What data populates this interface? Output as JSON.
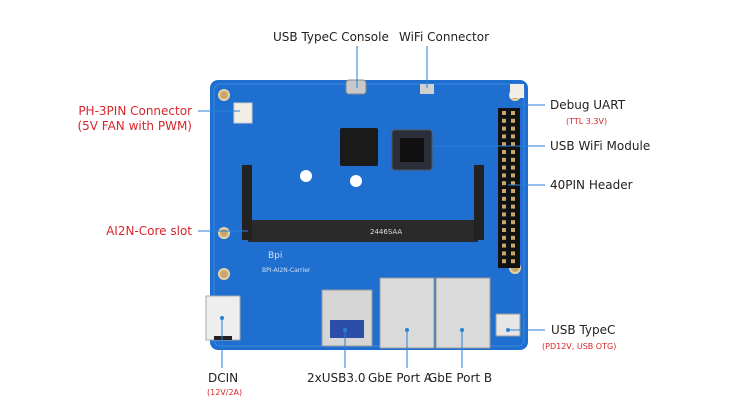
{
  "labels": {
    "usb_typec_console": "USB TypeC Console",
    "wifi_connector": "WiFi Connector",
    "ph3pin_connector": "PH-3PIN Connector",
    "ph3pin_sub": "(5V FAN with PWM)",
    "ai2n_core_slot": "AI2N-Core slot",
    "debug_uart": "Debug UART",
    "debug_uart_sub": "(TTL 3.3V)",
    "usb_wifi_module": "USB WiFi Module",
    "pin40_header": "40PIN Header",
    "usb_typec": "USB TypeC",
    "usb_typec_sub": "(PD12V, USB OTG)",
    "dcin": "DCIN",
    "dcin_sub": "(12V/2A)",
    "usb30": "2xUSB3.0",
    "gbe_a": "GbE Port A",
    "gbe_b": "GbE Port B"
  },
  "board": {
    "silkscreen_logo": "Bpi",
    "silkscreen_name": "BPI-AI2N-Carrier",
    "slot_marking": "2446SAA"
  },
  "colors": {
    "pcb": "#1f6fd1",
    "label_red": "#d9262c",
    "leader_line": "#2a7fd6"
  }
}
